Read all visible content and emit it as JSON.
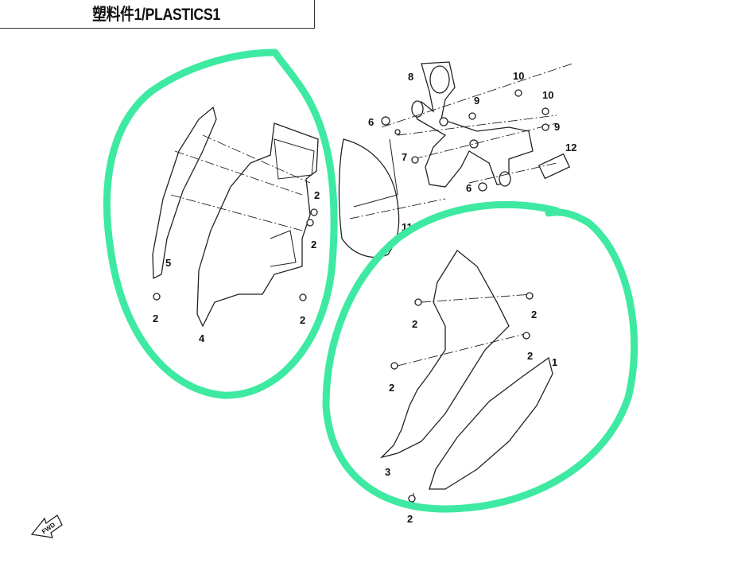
{
  "header": {
    "title": "塑料件1/PLASTICS1"
  },
  "fwd_icon": {
    "label": "FWD"
  },
  "callouts": {
    "p1": "1",
    "p2": "2",
    "p3": "3",
    "p4": "4",
    "p5": "5",
    "p6": "6",
    "p7": "7",
    "p8": "8",
    "p9": "9",
    "p10": "10",
    "p11": "11",
    "p12": "12"
  },
  "colors": {
    "highlight": "#3ee9a2",
    "line": "#222222"
  }
}
